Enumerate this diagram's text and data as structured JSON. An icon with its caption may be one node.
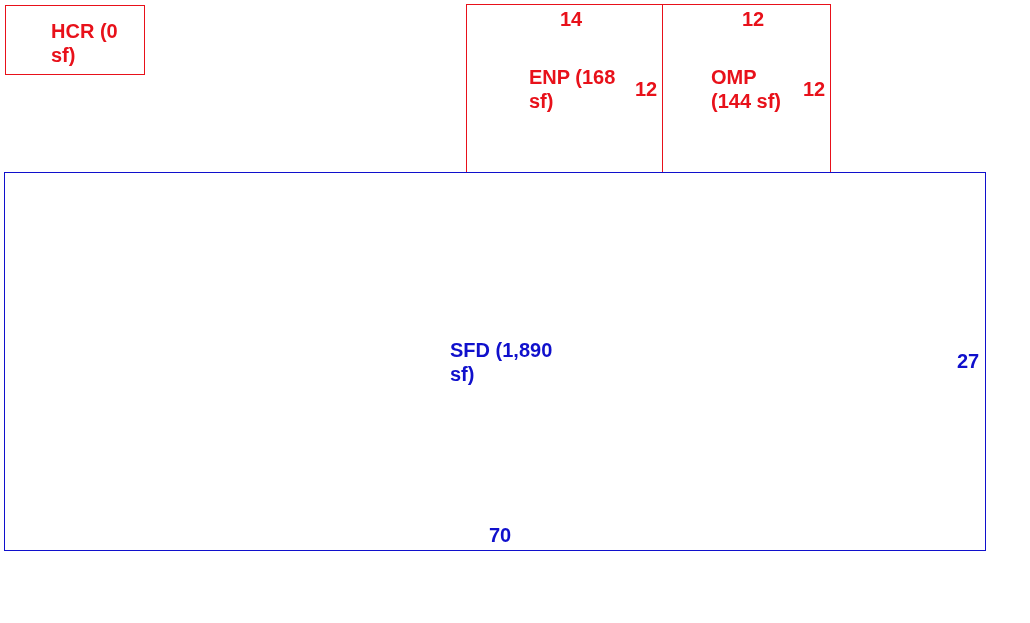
{
  "diagram": {
    "nodes": [
      {
        "text": [
          "HCR (0 sf)"
        ]
      },
      {
        "text": [
          "14",
          "ENP (168 sf)",
          "12"
        ]
      },
      {
        "text": [
          "12",
          "OMP (144 sf)",
          "12"
        ]
      },
      {
        "text": [
          "SFD (1,890 sf)",
          "27",
          "70"
        ]
      }
    ]
  }
}
